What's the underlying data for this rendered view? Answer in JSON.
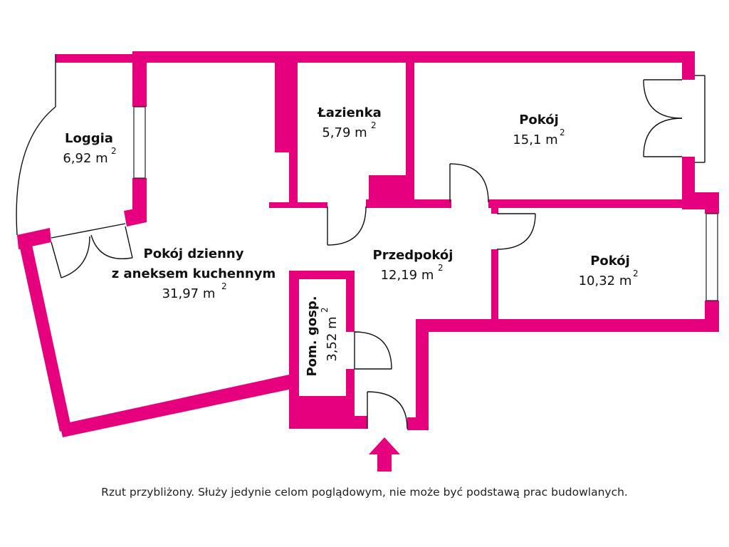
{
  "rooms": {
    "loggia": {
      "name": "Loggia",
      "area": "6,92 m",
      "unit_exp": "2"
    },
    "salon": {
      "line1": "Pokój dzienny",
      "line2": "z aneksem kuchennym",
      "area": "31,97 m",
      "unit_exp": "2"
    },
    "lazienka": {
      "name": "Łazienka",
      "area": "5,79 m",
      "unit_exp": "2"
    },
    "pokoj1": {
      "name": "Pokój",
      "area": "15,1 m",
      "unit_exp": "2"
    },
    "przedpokoj": {
      "name": "Przedpokój",
      "area": "12,19 m",
      "unit_exp": "2"
    },
    "pokoj2": {
      "name": "Pokój",
      "area": "10,32 m",
      "unit_exp": "2"
    },
    "pom_gosp": {
      "name": "Pom. gosp.",
      "area": "3,52 m",
      "unit_exp": "2"
    }
  },
  "disclaimer": "Rzut przybliżony. Służy jedynie celom poglądowym, nie może być podstawą prac budowlanych.",
  "colors": {
    "wall": "#e6007e",
    "line": "#111111",
    "background": "#ffffff"
  },
  "icons": {
    "entrance": "entrance-arrow-icon"
  }
}
